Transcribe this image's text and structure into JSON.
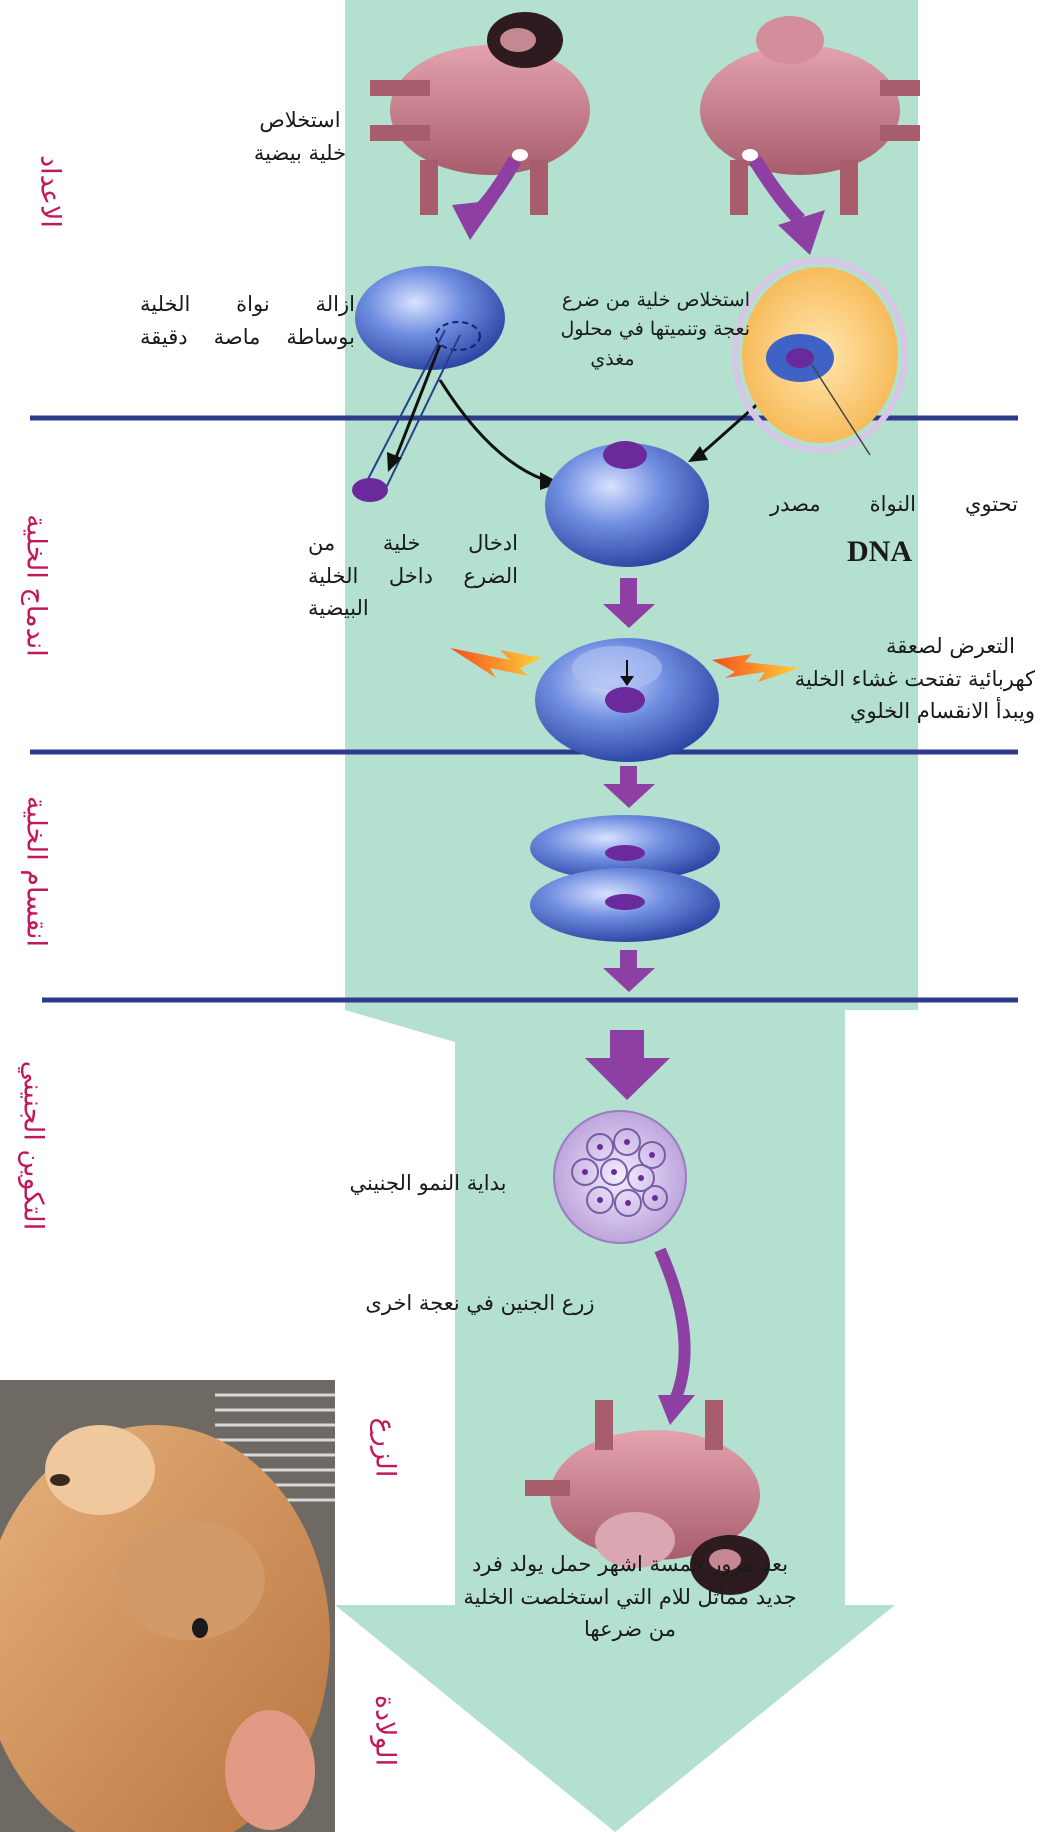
{
  "colors": {
    "band": "#b3e0cf",
    "divider": "#2e3a8c",
    "arrow": "#8e3fa3",
    "stage_label": "#c2185b",
    "cell_blue": "#3f62c6",
    "nucleus": "#6a2a9b",
    "sheep_pink": "#c27a87"
  },
  "icons": [
    "sheep-icon",
    "egg-cell-icon",
    "udder-cell-icon",
    "electric-spark-icon",
    "embryo-icon",
    "lamb-photo"
  ],
  "stages": {
    "preparation": "الاعداد",
    "cell_fusion": "اندماج الخلية",
    "cell_division": "انقسام الخلية",
    "embryonic_formation": "التكوين الجنيني",
    "implantation": "الزرع",
    "birth": "الولادة"
  },
  "labels": {
    "egg_extract": [
      "استخلاص",
      "خلية بيضية"
    ],
    "remove_nucleus": [
      "ازالة نواة الخلية",
      "بوساطة ماصة دقيقة"
    ],
    "udder_extract": [
      "استخلاص خلية من ضرع",
      "نعجة وتنميتها في محلول",
      "مغذي"
    ],
    "nucleus_dna": "تحتوي النواة مصدر",
    "dna": "DNA",
    "insert_cell": [
      "ادخال خلية من",
      "الضرع داخل الخلية",
      "البيضية"
    ],
    "electric_shock": [
      "التعرض لصعقة",
      "كهربائية تفتحت غشاء الخلية",
      "ويبدأ الانقسام الخلوي"
    ],
    "embryo_start": "بداية النمو الجنيني",
    "embryo_implant": "زرع الجنين في نعجة اخرى",
    "birth_text": [
      "بعد مرور خمسة اشهر حمل يولد فرد",
      "جديد مماثل للام التي استخلصت الخلية",
      "من ضرعها"
    ]
  }
}
